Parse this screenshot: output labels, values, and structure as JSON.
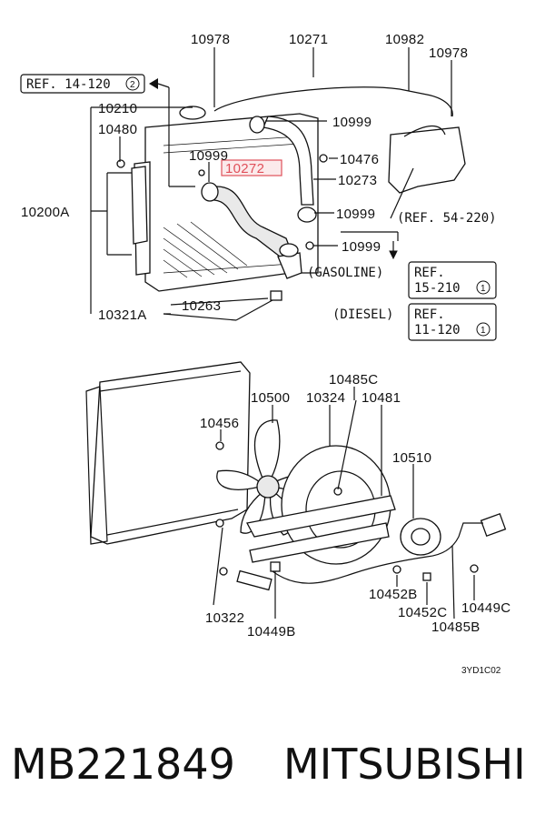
{
  "diagram": {
    "labels": {
      "p10978a": "10978",
      "p10271": "10271",
      "p10982": "10982",
      "p10978b": "10978",
      "ref14": "REF. 14-120",
      "ref14_num": "2",
      "p10210": "10210",
      "p10480": "10480",
      "p10999a": "10999",
      "p10999b": "10999",
      "p10272": "10272",
      "p10476": "10476",
      "p10273": "10273",
      "p10999c": "10999",
      "ref54": "(REF. 54-220)",
      "p10200A": "10200A",
      "p10999d": "10999",
      "gasoline": "(GASOLINE)",
      "ref15_a": "REF.",
      "ref15_b": "15-210",
      "ref15_num": "1",
      "p10263": "10263",
      "p10321A": "10321A",
      "diesel": "(DIESEL)",
      "ref11_a": "REF.",
      "ref11_b": "11-120",
      "ref11_num": "1",
      "p10485C": "10485C",
      "p10500": "10500",
      "p10324": "10324",
      "p10481": "10481",
      "p10456": "10456",
      "p10510": "10510",
      "p10452B": "10452B",
      "p10452C": "10452C",
      "p10449C": "10449C",
      "p10322": "10322",
      "p10449B": "10449B",
      "p10485B": "10485B",
      "code": "3YD1C02"
    }
  },
  "footer": {
    "part_number": "MB221849",
    "brand": "MITSUBISHI"
  },
  "colors": {
    "highlight": "#e0505a",
    "ink": "#111111"
  }
}
